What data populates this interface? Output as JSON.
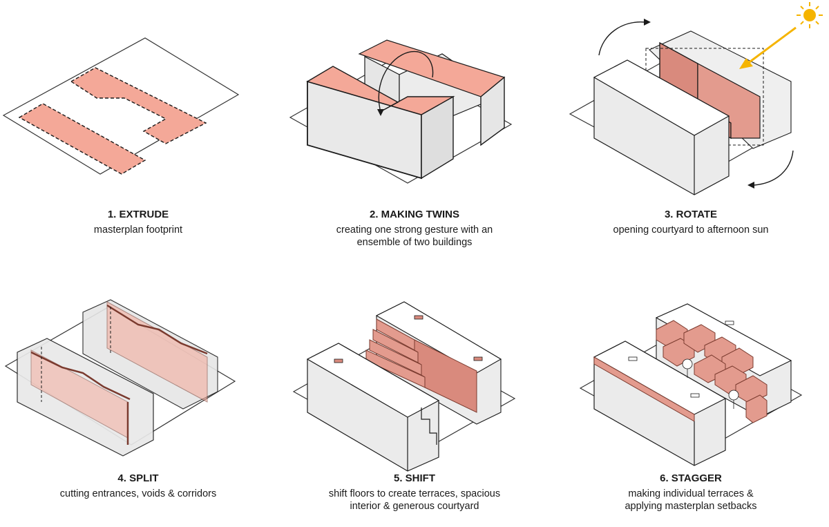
{
  "steps": [
    {
      "title": "1. EXTRUDE",
      "lines": [
        "masterplan footprint"
      ]
    },
    {
      "title": "2. MAKING TWINS",
      "lines": [
        "creating one strong gesture with an",
        "ensemble of two buildings"
      ]
    },
    {
      "title": "3. ROTATE",
      "lines": [
        "opening courtyard to afternoon sun"
      ]
    },
    {
      "title": "4. SPLIT",
      "lines": [
        "cutting entrances, voids & corridors"
      ]
    },
    {
      "title": "5. SHIFT",
      "lines": [
        "shift floors to create terraces, spacious",
        "interior & generous courtyard"
      ]
    },
    {
      "title": "6. STAGGER",
      "lines": [
        "making individual terraces &",
        "applying masterplan setbacks"
      ]
    }
  ],
  "colors": {
    "accent": "#f4a898",
    "accent_dark": "#d98a7d",
    "wall": "#e6e6e6",
    "roof": "#ffffff",
    "line": "#1a1a1a",
    "sun": "#f5b400"
  },
  "icons": [
    "curved-arrow-icon",
    "sun-icon",
    "sun-ray-arrow-icon"
  ]
}
